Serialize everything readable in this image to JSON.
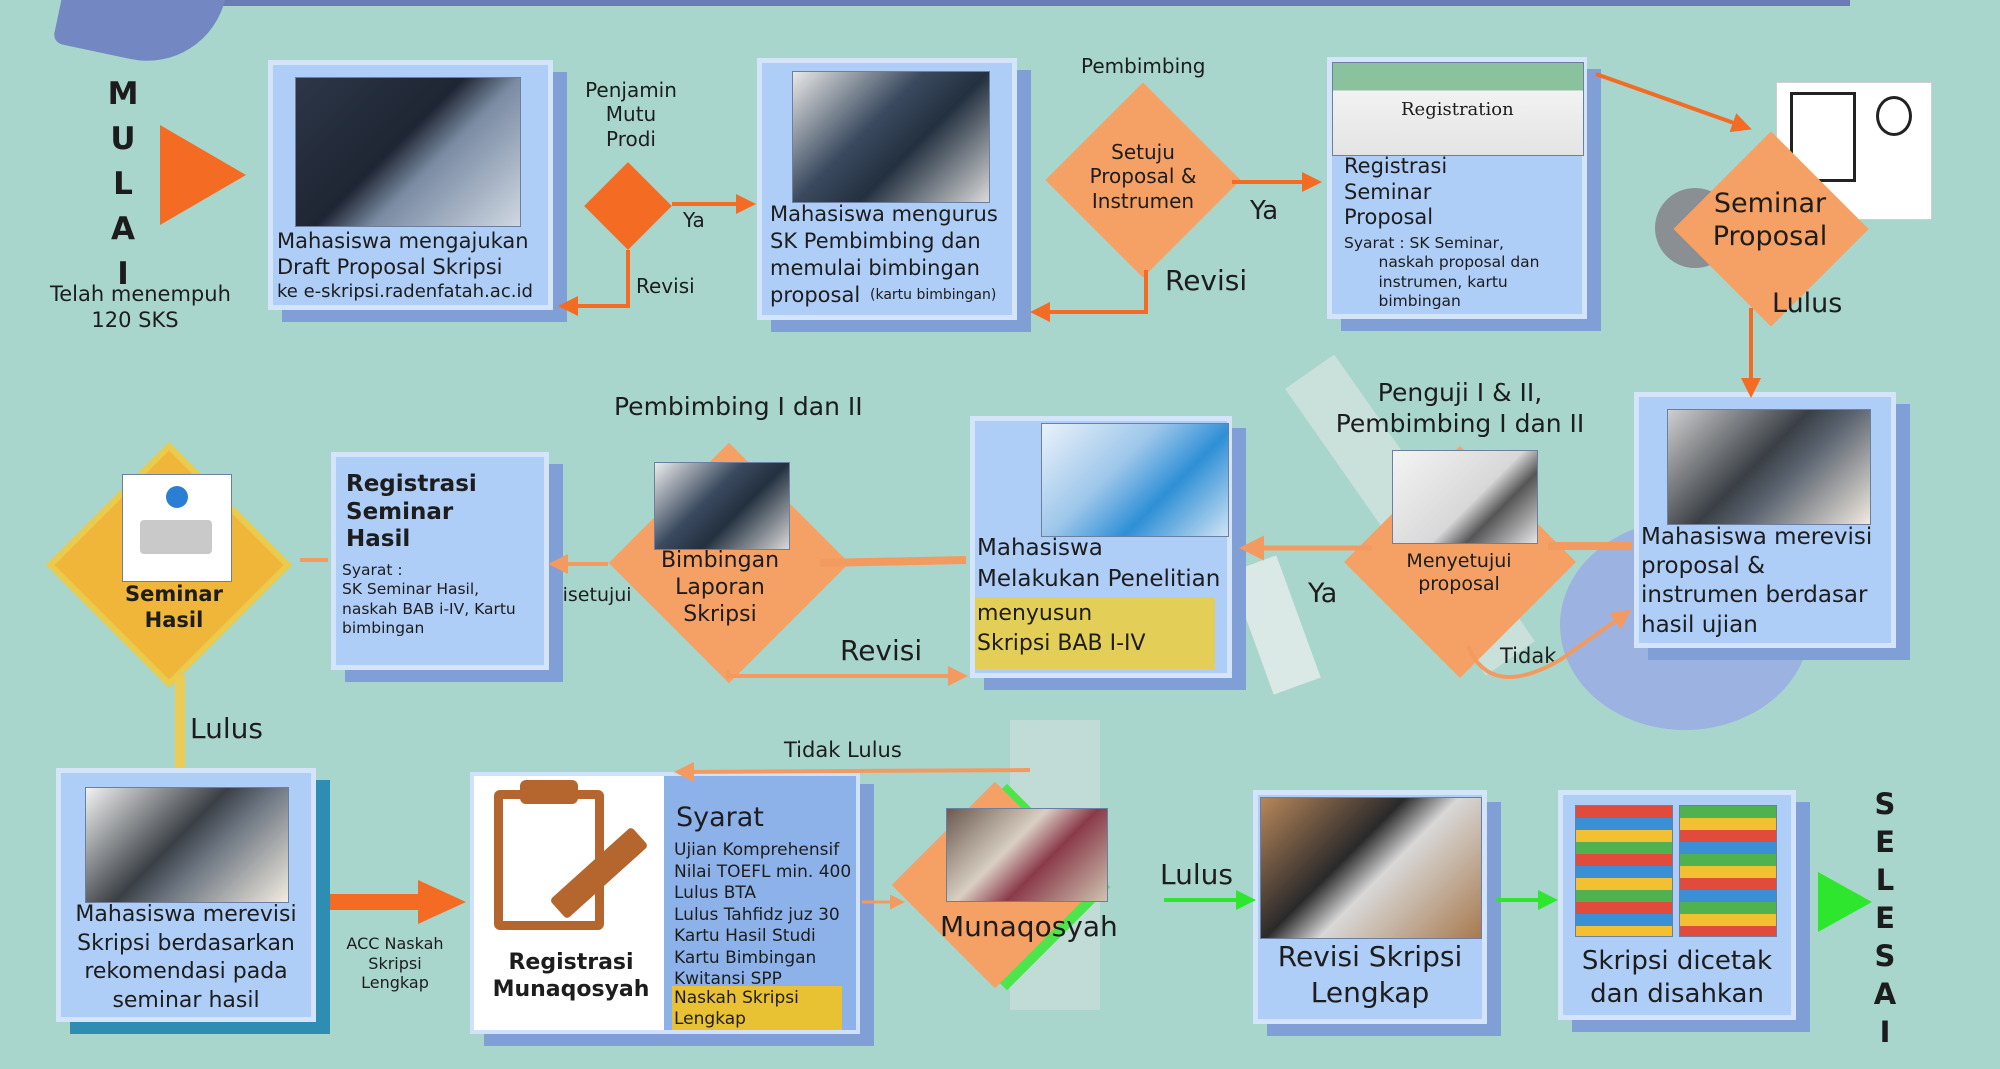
{
  "colors": {
    "background": "#a9d6cc",
    "box": "#aecdf7",
    "diamond": "#f5a064",
    "arrow": "#f46b23",
    "arrow_light": "#f39a60",
    "success": "#2ee62e",
    "gold": "#f2b636",
    "highlight": "#e8cf5a"
  },
  "start": {
    "letters": [
      "M",
      "U",
      "L",
      "A",
      "I"
    ],
    "note": "Telah menempuh\n120 SKS"
  },
  "end": {
    "letters": [
      "S",
      "E",
      "L",
      "E",
      "S",
      "A",
      "I"
    ]
  },
  "row1": {
    "box1": {
      "text": "Mahasiswa mengajukan\nDraft Proposal Skripsi",
      "link": "ke e-skripsi.radenfatah.ac.id"
    },
    "d1_label": "Penjamin\nMutu\nProdi",
    "ya1": "Ya",
    "revisi1": "Revisi",
    "box2": {
      "text": "Mahasiswa mengurus\nSK Pembimbing dan\nmemulai bimbingan\nproposal",
      "note": "(kartu bimbingan)"
    },
    "pembimbing": "Pembimbing",
    "d2_text": "Setuju\nProposal &\nInstrumen",
    "ya2": "Ya",
    "revisi2": "Revisi",
    "registration_photo": "Registration",
    "box3": {
      "title": "Registrasi\nSeminar\nProposal",
      "syarat": "Syarat : SK Seminar,\n       naskah proposal dan\n       instrumen, kartu\n       bimbingan"
    },
    "seminar": "Seminar\nProposal",
    "lulus": "Lulus"
  },
  "row2": {
    "penguji": "Penguji I & II,\nPembimbing I dan II",
    "box_revisi": "Mahasiswa merevisi\nproposal &\ninstrumen berdasar\nhasil ujian",
    "d_menyetujui": "Menyetujui\nproposal",
    "tidak": "Tidak",
    "ya": "Ya",
    "box_penelitian": {
      "text": "Mahasiswa\nMelakukan Penelitian",
      "highlight": "menyusun\nSkripsi BAB I-IV"
    },
    "pembimbing12": "Pembimbing I dan II",
    "d_bimbingan": "Bimbingan\nLaporan\nSkripsi",
    "revisi": "Revisi",
    "disetujui": "Disetujui",
    "box_reg_hasil": {
      "title": "Registrasi\nSeminar\nHasil",
      "syarat": "Syarat :\nSK Seminar Hasil,\nnaskah BAB i-IV, Kartu\nbimbingan"
    },
    "seminar_hasil": "Seminar\nHasil"
  },
  "row3": {
    "lulus": "Lulus",
    "box_revisi_skripsi": "Mahasiswa merevisi\nSkripsi berdasarkan\nrekomendasi pada\nseminar hasil",
    "acc": "ACC Naskah\nSkripsi\nLengkap",
    "reg_munaqosyah": "Registrasi\nMunaqosyah",
    "syarat_title": "Syarat",
    "syarat_list": "Ujian Komprehensif\nNilai TOEFL min. 400\nLulus BTA\nLulus Tahfidz juz 30\nKartu Hasil Studi\nKartu Bimbingan\nKwitansi SPP",
    "syarat_highlight": "Naskah Skripsi\nLengkap",
    "tidak_lulus": "Tidak Lulus",
    "munaqosyah": "Munaqosyah",
    "lulus2": "Lulus",
    "revisi_lengkap": "Revisi Skripsi\nLengkap",
    "dicetak": "Skripsi dicetak\ndan disahkan"
  }
}
